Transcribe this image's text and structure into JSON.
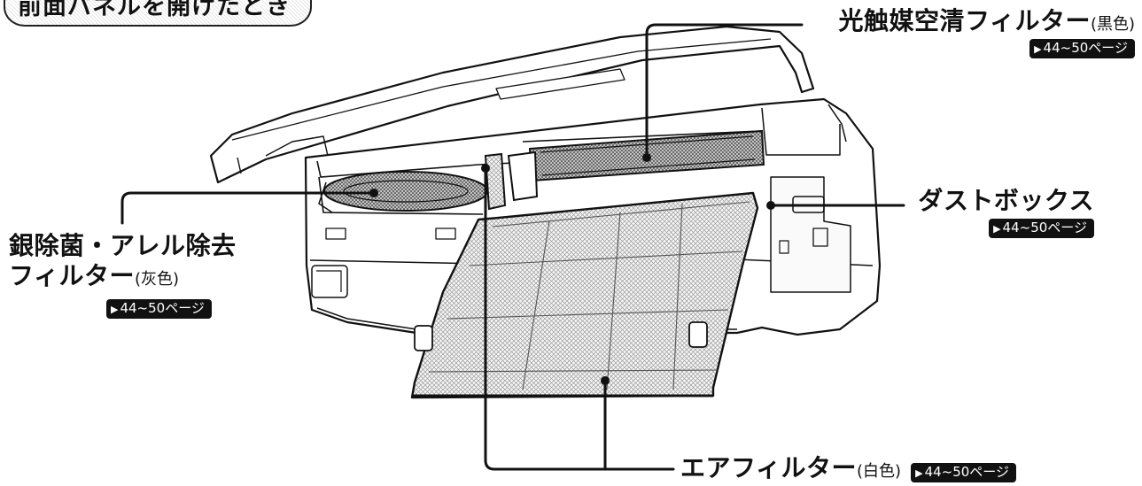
{
  "heading": "前面パネルを開けたとき",
  "callouts": {
    "photocatalyst": {
      "name": "光触媒空清フィルター",
      "note": "(黒色)",
      "page_ref": "44~50ページ"
    },
    "dustbox": {
      "name": "ダストボックス",
      "page_ref": "44~50ページ"
    },
    "silver": {
      "name_line1": "銀除菌・アレル除去",
      "name_line2": "フィルター",
      "note": "(灰色)",
      "page_ref": "44~50ページ"
    },
    "airfilter": {
      "name": "エアフィルター",
      "note": "(白色)",
      "page_ref": "44~50ページ"
    }
  },
  "icons": {
    "page_ref": "triangle-right-icon"
  },
  "colors": {
    "ink": "#111111",
    "badge": "#111111",
    "badge_text": "#ffffff",
    "body": "#f2f2f2",
    "mesh": "#cfcfcf"
  }
}
